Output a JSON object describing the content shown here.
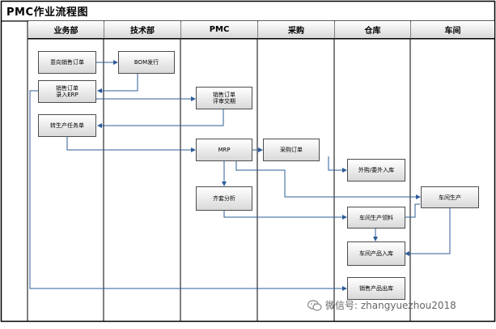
{
  "diagram": {
    "title": "PMC作业流程图",
    "lanes": [
      "业务部",
      "技术部",
      "PMC",
      "采购",
      "仓库",
      "车间"
    ],
    "nodes": {
      "intent_order": "意向销售订单",
      "bom": "BOM发行",
      "sales_order_erp": "销售订单\n录入ERP",
      "order_review": "销售订单\n评审交期",
      "production_task": "转生产任务单",
      "mrp": "MRP",
      "purchase_order": "采购订单",
      "outsource_receipt": "外购/委外入库",
      "kitting_analysis": "齐套分析",
      "production_pick": "车间生产领料",
      "workshop_production": "车间生产",
      "workshop_receipt": "车间产品入库",
      "sales_delivery": "销售产品出库"
    }
  },
  "watermark": {
    "text": "微信号: zhangyuezhou2018"
  },
  "colors": {
    "line": "#2e5c9a",
    "border": "#000000"
  }
}
